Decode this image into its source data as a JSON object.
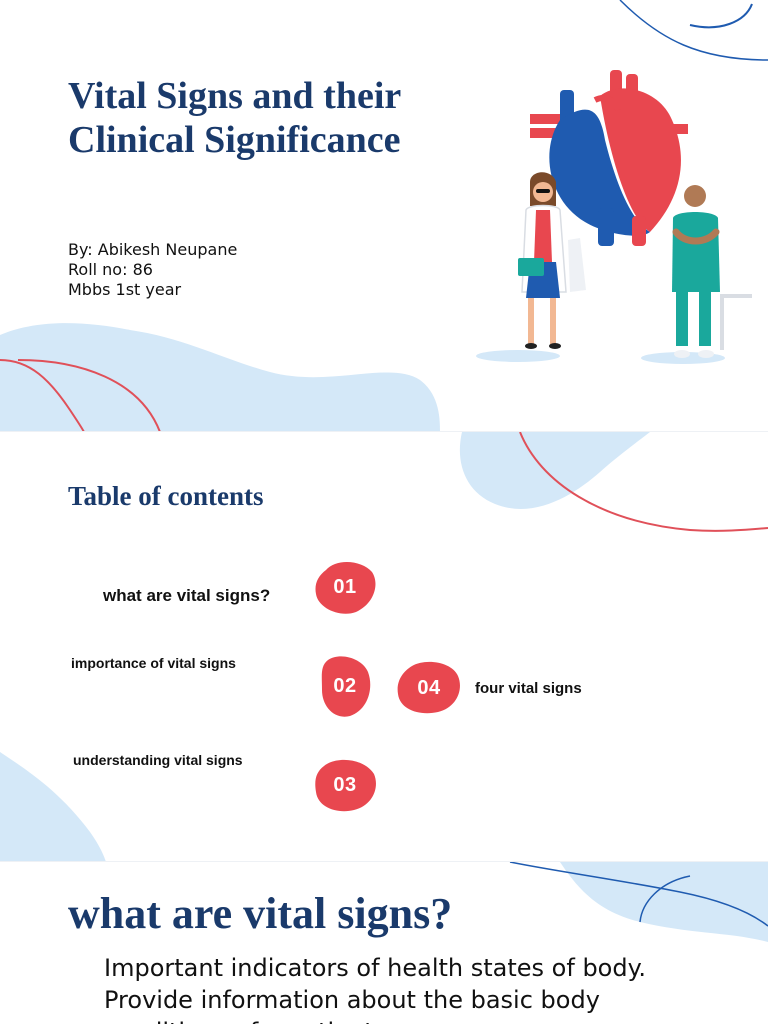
{
  "slide1": {
    "title_line1": "Vital Signs and their",
    "title_line2": "Clinical Significance",
    "author": "By: Abikesh Neupane",
    "roll": "Roll no: 86",
    "year": "Mbbs 1st year"
  },
  "slide2": {
    "title": "Table of contents",
    "items": [
      {
        "number": "01",
        "label": "what are vital signs?"
      },
      {
        "number": "02",
        "label": "importance of vital signs"
      },
      {
        "number": "03",
        "label": "understanding vital signs"
      },
      {
        "number": "04",
        "label": "four vital signs"
      }
    ]
  },
  "slide3": {
    "title": "what are vital signs?",
    "line1": "Important indicators of health states of body.",
    "line2": "Provide information about the basic body",
    "line3": "conditions of a patient"
  },
  "colors": {
    "title_navy": "#1a3a6b",
    "accent_red": "#e8474f",
    "light_blue": "#d4e8f8",
    "heart_blue": "#1f5bb0"
  }
}
